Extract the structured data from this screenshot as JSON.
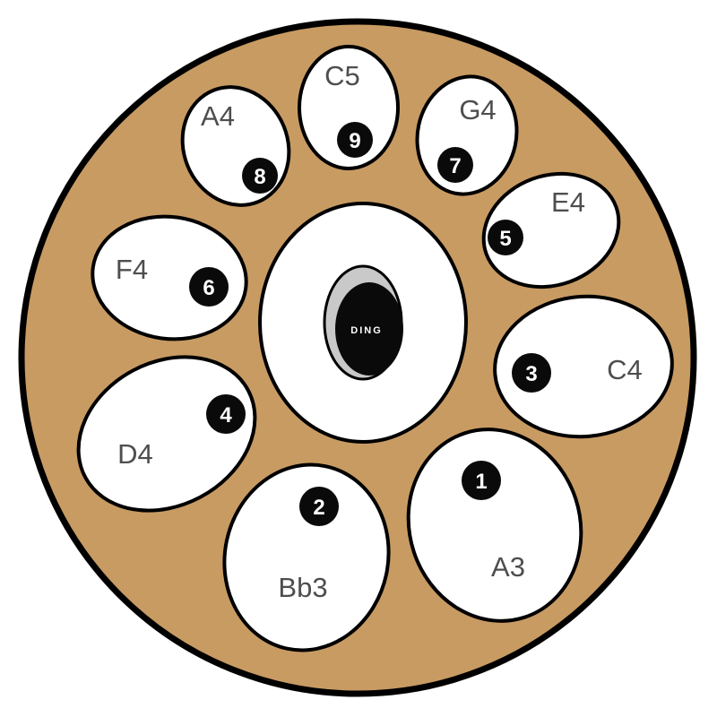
{
  "colors": {
    "drum_body": "#c89b63",
    "outline": "#000000",
    "note_field": "#ffffff",
    "ding_field": "#ffffff",
    "ding_dimple": "#c9c9c9",
    "ding_center": "#0a0a0a",
    "marker": "#0a0a0a",
    "label_text": "#4e4e4e",
    "marker_text": "#ffffff"
  },
  "ding": {
    "label": "DING"
  },
  "notes": [
    {
      "note": "A3",
      "number": "1"
    },
    {
      "note": "Bb3",
      "number": "2"
    },
    {
      "note": "C4",
      "number": "3"
    },
    {
      "note": "D4",
      "number": "4"
    },
    {
      "note": "E4",
      "number": "5"
    },
    {
      "note": "F4",
      "number": "6"
    },
    {
      "note": "G4",
      "number": "7"
    },
    {
      "note": "A4",
      "number": "8"
    },
    {
      "note": "C5",
      "number": "9"
    }
  ]
}
